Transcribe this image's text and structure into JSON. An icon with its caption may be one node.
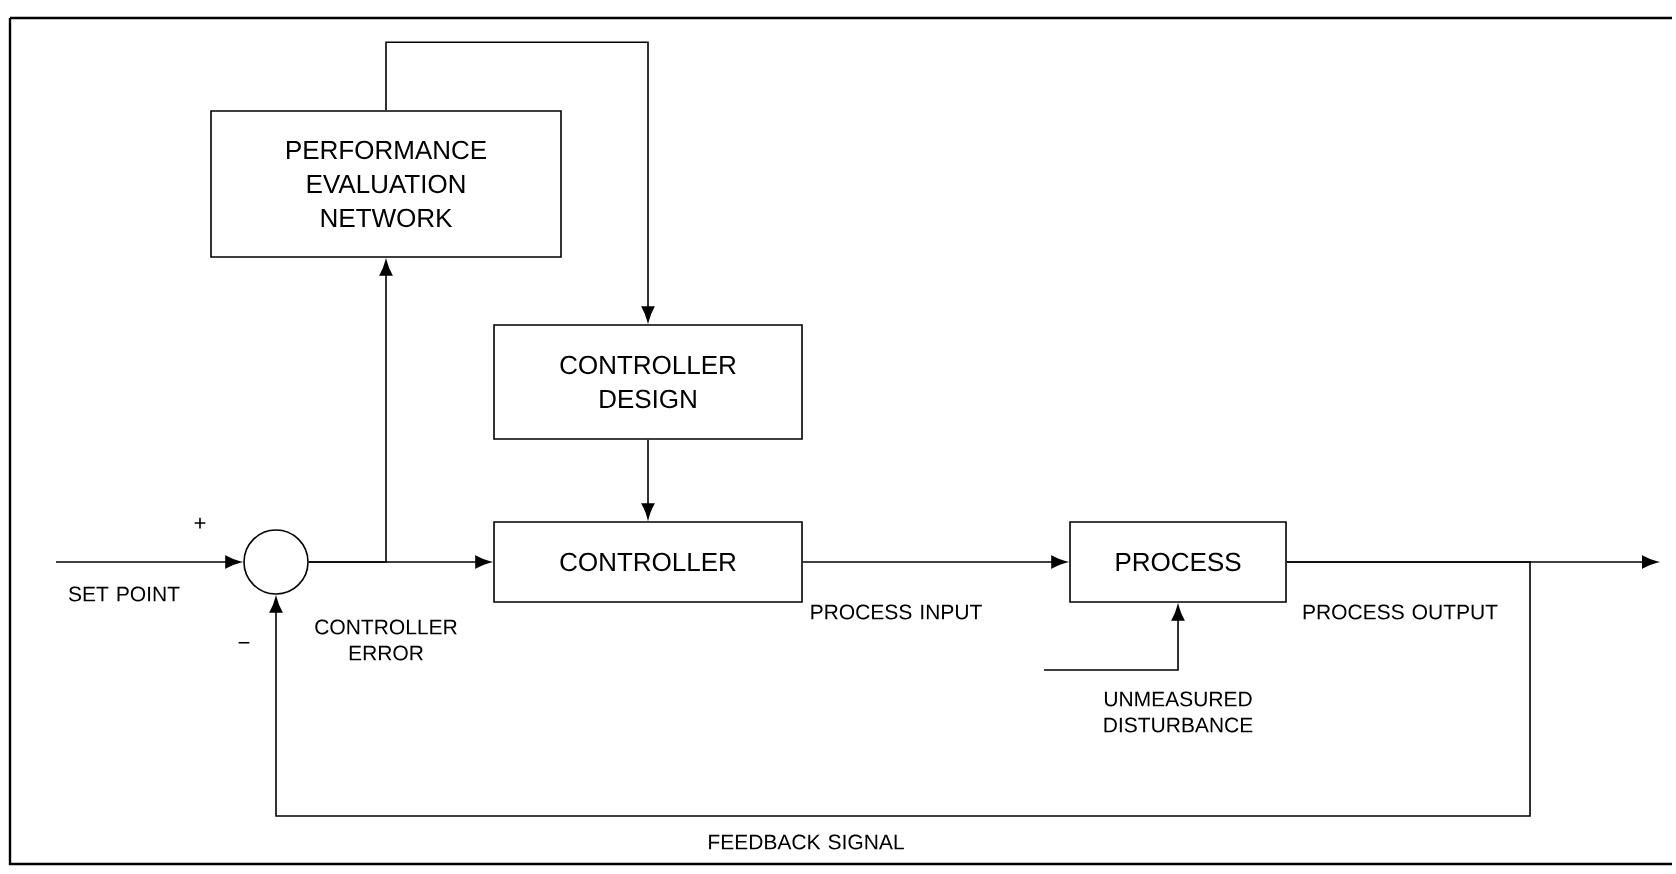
{
  "diagram": {
    "nodes": [
      {
        "text": [
          "PERFORMANCE EVALUATION NETWORK"
        ]
      },
      {
        "text": [
          "CONTROLLER DESIGN"
        ]
      },
      {
        "text": [],
        "shape": "circle"
      },
      {
        "text": [
          "CONTROLLER"
        ]
      },
      {
        "text": [
          "PROCESS"
        ]
      }
    ],
    "edges": [
      {
        "from": null,
        "to": 2,
        "arrow": "to",
        "label": "SET POINT"
      },
      {
        "from": 2,
        "to": 3,
        "arrow": "to",
        "label": "CONTROLLER ERROR"
      },
      {
        "from": 2,
        "to": 0,
        "arrow": "to"
      },
      {
        "from": 0,
        "to": 1,
        "arrow": "to"
      },
      {
        "from": 1,
        "to": 3,
        "arrow": "to"
      },
      {
        "from": 3,
        "to": 4,
        "arrow": "to",
        "label": "PROCESS INPUT"
      },
      {
        "from": null,
        "to": 4,
        "arrow": "to",
        "label": "UNMEASURED DISTURBANCE"
      },
      {
        "from": 4,
        "to": null,
        "arrow": "to",
        "label": "PROCESS OUTPUT"
      },
      {
        "from": 4,
        "to": 2,
        "arrow": "to",
        "label": "FEEDBACK SIGNAL"
      }
    ],
    "labels": [
      "+",
      "−"
    ]
  }
}
